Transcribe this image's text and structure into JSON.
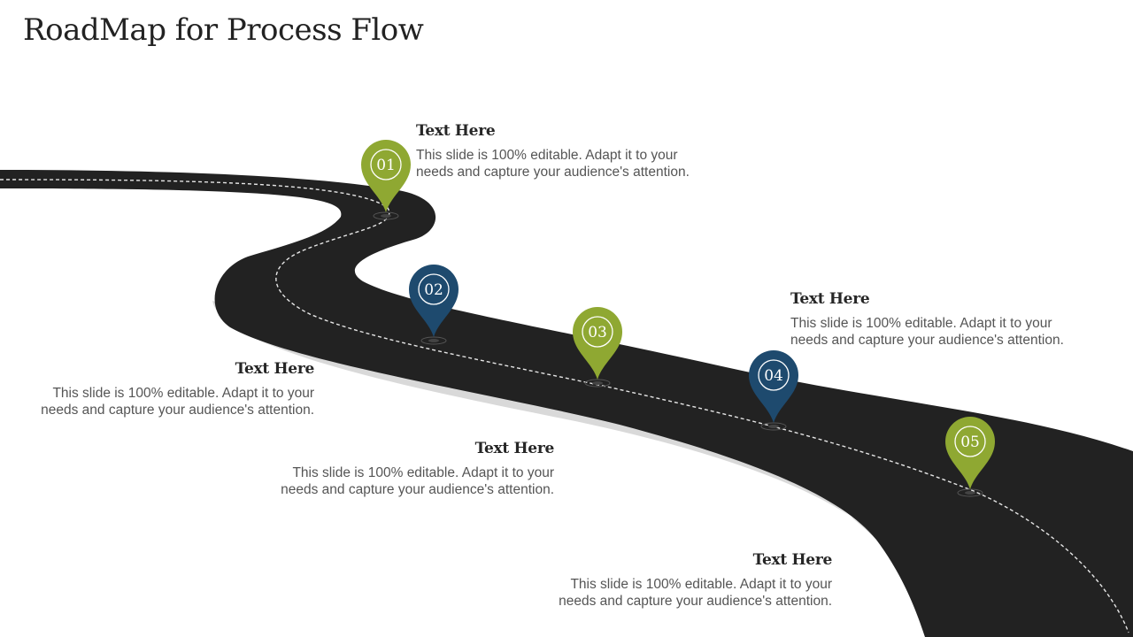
{
  "title": "RoadMap for Process Flow",
  "colors": {
    "road": "#222222",
    "shadow": "#d9d9d9",
    "green": "#8fa832",
    "blue": "#1e4a6e",
    "dash": "#e6e6e6"
  },
  "milestones": [
    {
      "number": "01",
      "color": "green"
    },
    {
      "number": "02",
      "color": "blue"
    },
    {
      "number": "03",
      "color": "green"
    },
    {
      "number": "04",
      "color": "blue"
    },
    {
      "number": "05",
      "color": "green"
    }
  ],
  "text_blocks": [
    {
      "heading": "Text Here",
      "body": "This slide is 100% editable. Adapt it to your\nneeds and capture your audience's attention."
    },
    {
      "heading": "Text Here",
      "body": "This slide is 100% editable. Adapt it to your\nneeds and capture your audience's attention."
    },
    {
      "heading": "Text Here",
      "body": "This slide is 100% editable. Adapt it to your\nneeds and capture your audience's attention."
    },
    {
      "heading": "Text Here",
      "body": "This slide is 100% editable. Adapt it to your\nneeds and capture your audience's attention."
    },
    {
      "heading": "Text Here",
      "body": "This slide is 100% editable. Adapt it to your\nneeds and capture your audience's attention."
    }
  ]
}
